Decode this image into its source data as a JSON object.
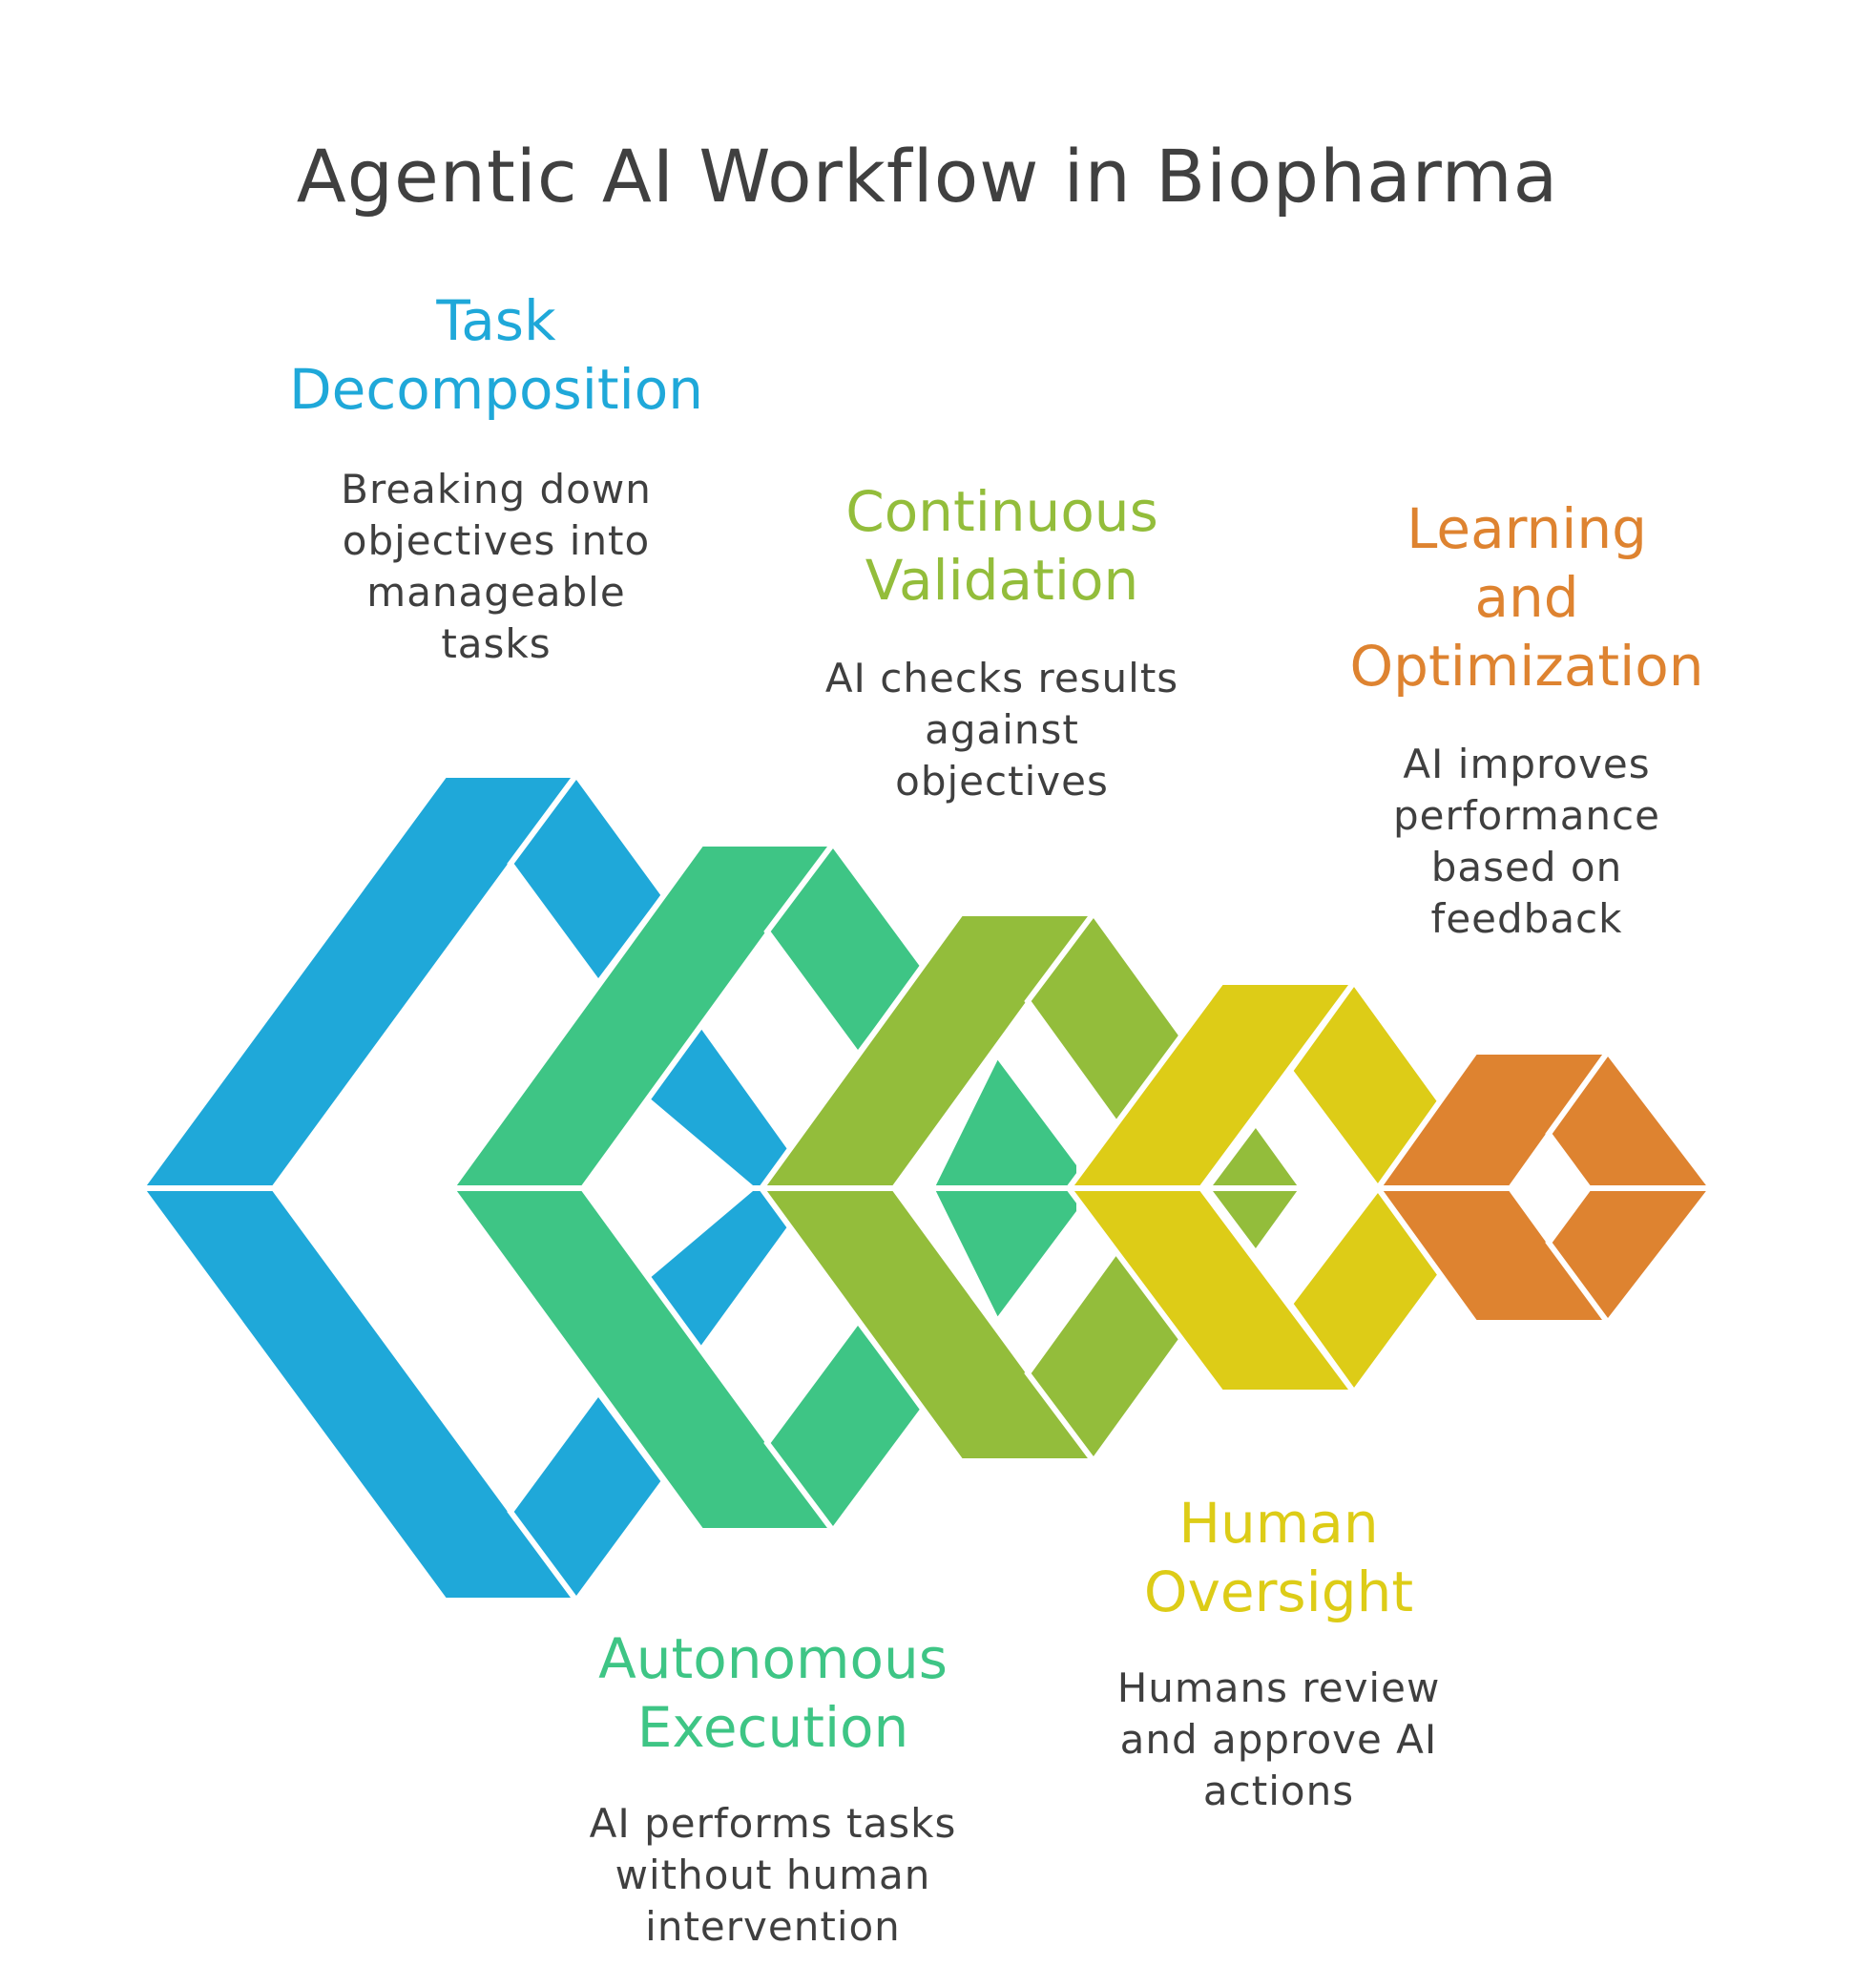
{
  "title": "Agentic AI Workflow in Biopharma",
  "colors": {
    "blue": "#1fa8d9",
    "teal": "#3ec585",
    "olive": "#93bd3b",
    "yellow": "#ddcc17",
    "orange": "#de8330",
    "text": "#3f3f3f"
  },
  "stages": [
    {
      "id": "task-decomposition",
      "color": "#1fa8d9",
      "label_lines": [
        "Task",
        "Decomposition"
      ],
      "desc_lines": [
        "Breaking down",
        "objectives into",
        "manageable",
        "tasks"
      ]
    },
    {
      "id": "autonomous-execution",
      "color": "#3ec585",
      "label_lines": [
        "Autonomous",
        "Execution"
      ],
      "desc_lines": [
        "AI performs tasks",
        "without human",
        "intervention"
      ]
    },
    {
      "id": "continuous-validation",
      "color": "#93bd3b",
      "label_lines": [
        "Continuous",
        "Validation"
      ],
      "desc_lines": [
        "AI checks results",
        "against",
        "objectives"
      ]
    },
    {
      "id": "human-oversight",
      "color": "#ddcc17",
      "label_lines": [
        "Human",
        "Oversight"
      ],
      "desc_lines": [
        "Humans review",
        "and approve AI",
        "actions"
      ]
    },
    {
      "id": "learning-optimization",
      "color": "#de8330",
      "label_lines": [
        "Learning",
        "and",
        "Optimization"
      ],
      "desc_lines": [
        "AI improves",
        "performance",
        "based on",
        "feedback"
      ]
    }
  ]
}
